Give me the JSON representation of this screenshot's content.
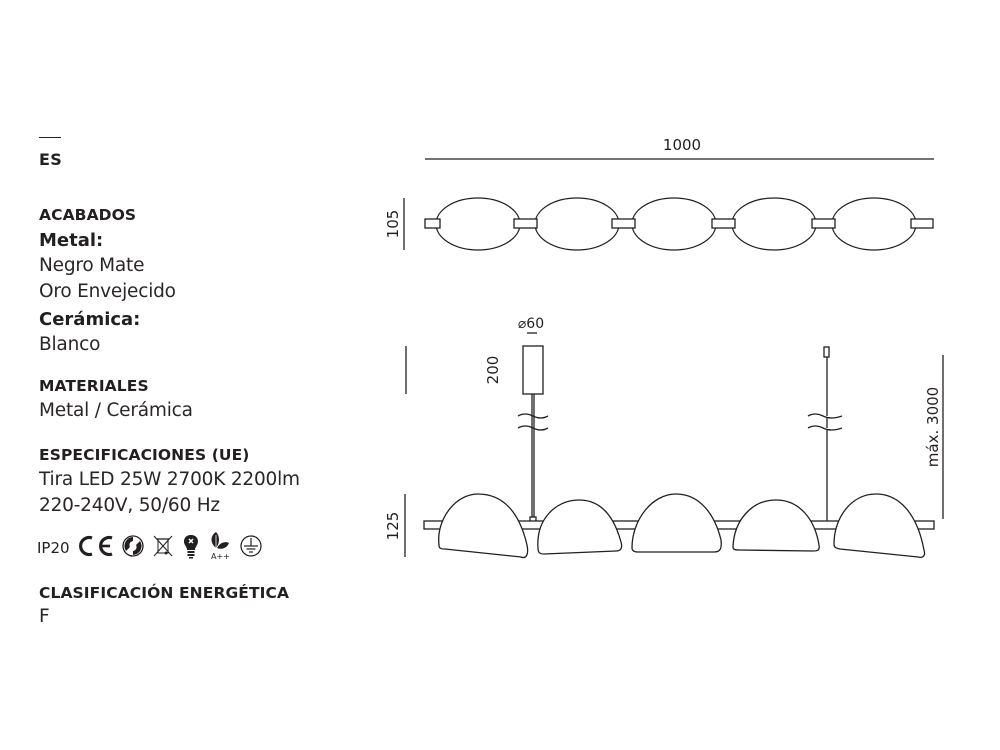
{
  "language": "ES",
  "sections": {
    "acabados": {
      "heading": "ACABADOS",
      "metal_label": "Metal:",
      "metal_options": [
        "Negro Mate",
        "Oro Envejecido"
      ],
      "ceramica_label": "Cerámica:",
      "ceramica_options": [
        "Blanco"
      ]
    },
    "materiales": {
      "heading": "MATERIALES",
      "value": "Metal / Cerámica"
    },
    "especificaciones": {
      "heading": "ESPECIFICACIONES (UE)",
      "lines": [
        "Tira LED 25W 2700K 2200lm",
        "220-240V, 50/60 Hz"
      ]
    },
    "certifications": {
      "ip_rating": "IP20",
      "icons": [
        "ce-mark-icon",
        "green-dot-recycle-icon",
        "weee-crossed-bin-icon",
        "led-bulb-icon",
        "eco-leaf-icon",
        "protective-earth-icon"
      ],
      "eco_label": "A++"
    },
    "clasificacion": {
      "heading": "CLASIFICACIÓN ENERGÉTICA",
      "value": "F"
    }
  },
  "drawing": {
    "top_view": {
      "width_label": "1000",
      "depth_label": "105",
      "ring_count": 5
    },
    "front_view": {
      "canopy_diameter_label": "⌀60",
      "canopy_height_label": "200",
      "shade_height_label": "125",
      "max_drop_label": "máx. 3000",
      "shade_count": 5
    },
    "line_color": "#231f20"
  }
}
